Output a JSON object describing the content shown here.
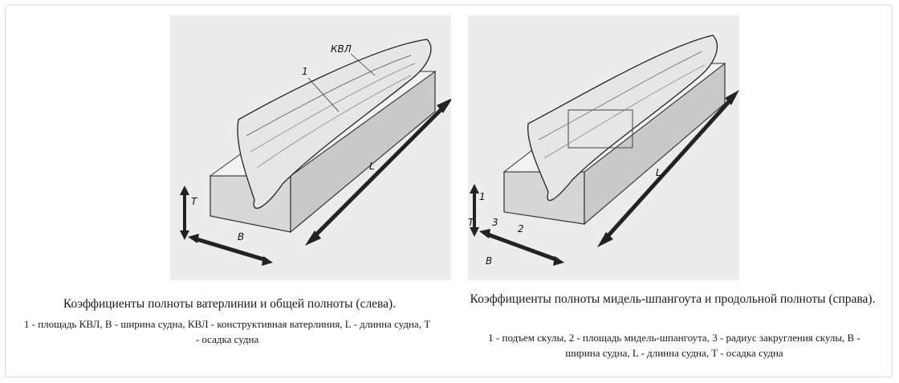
{
  "figures": [
    {
      "title": "Коэффициенты полноты ватерлинии и общей полноты (слева).",
      "description": "1 - площадь КВЛ, B - ширина судна, КВЛ - конструктивная ватерлиния, L - длинна судна, T - осадка судна",
      "illustration_labels": {
        "kvl": "КВЛ",
        "one": "1",
        "l": "L",
        "t": "T",
        "b": "B"
      }
    },
    {
      "title": "Коэффициенты полноты мидель-шпангоута и продольной полноты (справа).",
      "description": "1 - подъем скулы, 2 - площадь мидель-шпангоута, 3 - радиус закругления скулы, B - ширина судна, L - длинна судна, T - осадка судна",
      "illustration_labels": {
        "one": "1",
        "two": "2",
        "three": "3",
        "l": "L",
        "t": "T",
        "b": "B"
      }
    }
  ]
}
